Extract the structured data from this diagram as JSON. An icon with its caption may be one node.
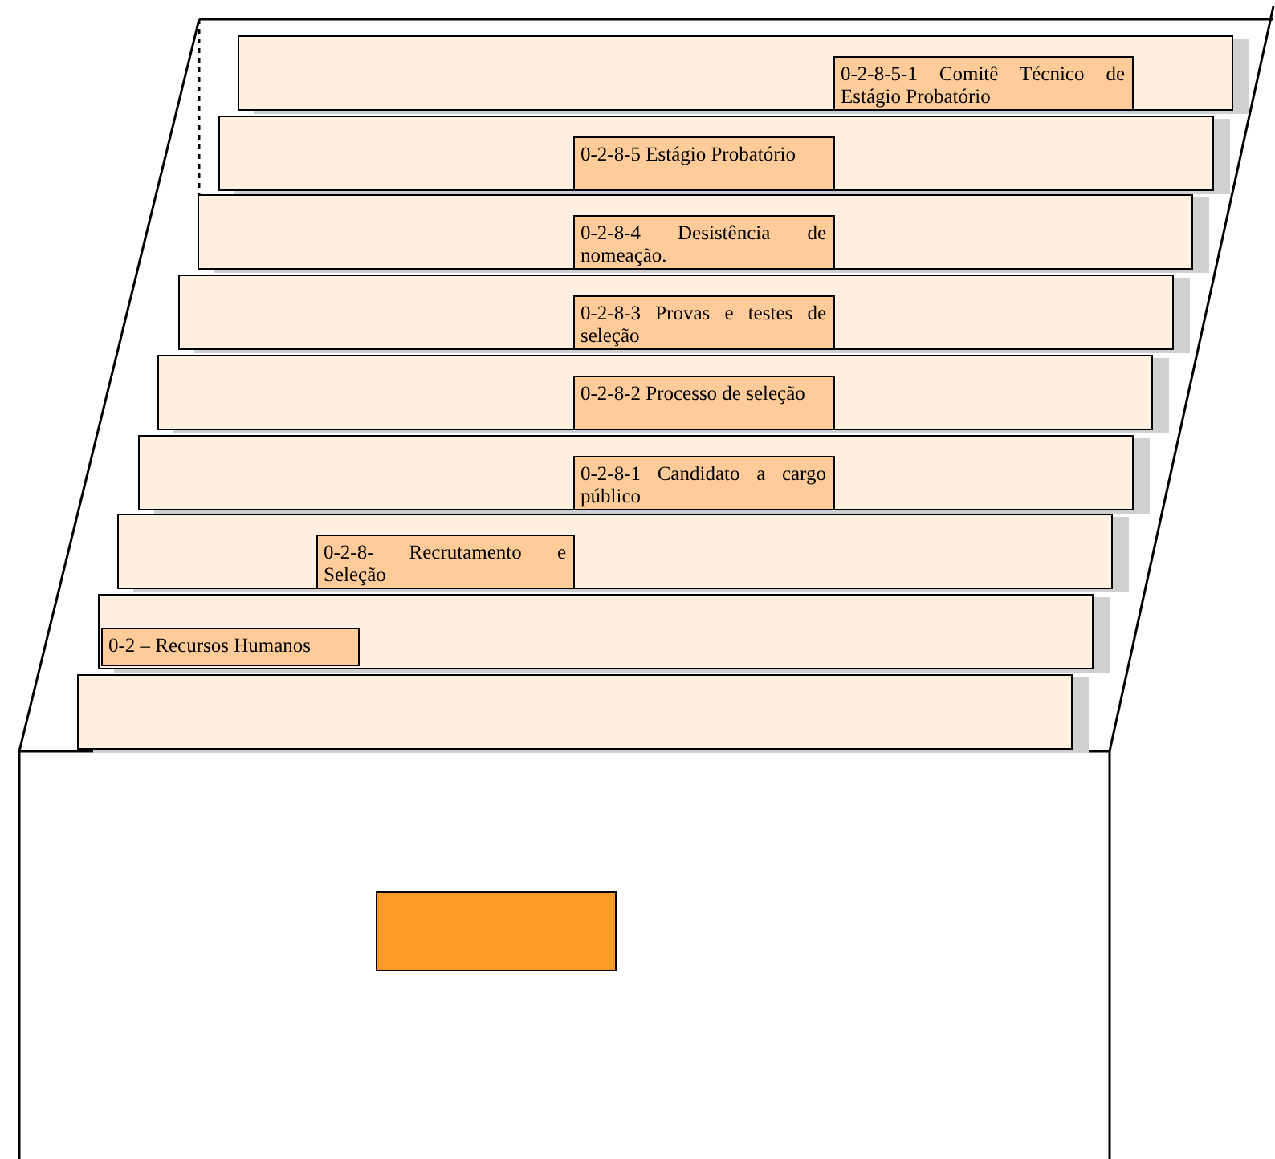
{
  "diagram": {
    "nodes": [
      {
        "text": [],
        "shape": "box"
      },
      {
        "text": [],
        "shape": "box"
      },
      {
        "text": [],
        "shape": "box"
      },
      {
        "text": [],
        "shape": "box"
      },
      {
        "text": [],
        "shape": "box"
      },
      {
        "text": [],
        "shape": "box"
      },
      {
        "text": [],
        "shape": "box"
      },
      {
        "text": [],
        "shape": "box"
      },
      {
        "text": [],
        "shape": "box"
      },
      {
        "text": [
          "0-2-8-5-1 Comitê Técnico de Estágio Probatório"
        ],
        "in": 0
      },
      {
        "text": [
          "0-2-8-5 Estágio Probatório"
        ],
        "in": 1
      },
      {
        "text": [
          "0-2-8-4 Desistência de nomeação."
        ],
        "in": 2
      },
      {
        "text": [
          "0-2-8-3 Provas e testes de seleção"
        ],
        "in": 3
      },
      {
        "text": [
          "0-2-8-2 Processo de seleção"
        ],
        "in": 4
      },
      {
        "text": [
          "0-2-8-1 Candidato a cargo público"
        ],
        "in": 5
      },
      {
        "text": [
          "0-2-8- Recrutamento e Seleção"
        ],
        "in": 6
      },
      {
        "text": [
          "0-2 – Recursos Humanos"
        ],
        "in": 7
      },
      {
        "text": [],
        "shape": "box"
      }
    ]
  }
}
